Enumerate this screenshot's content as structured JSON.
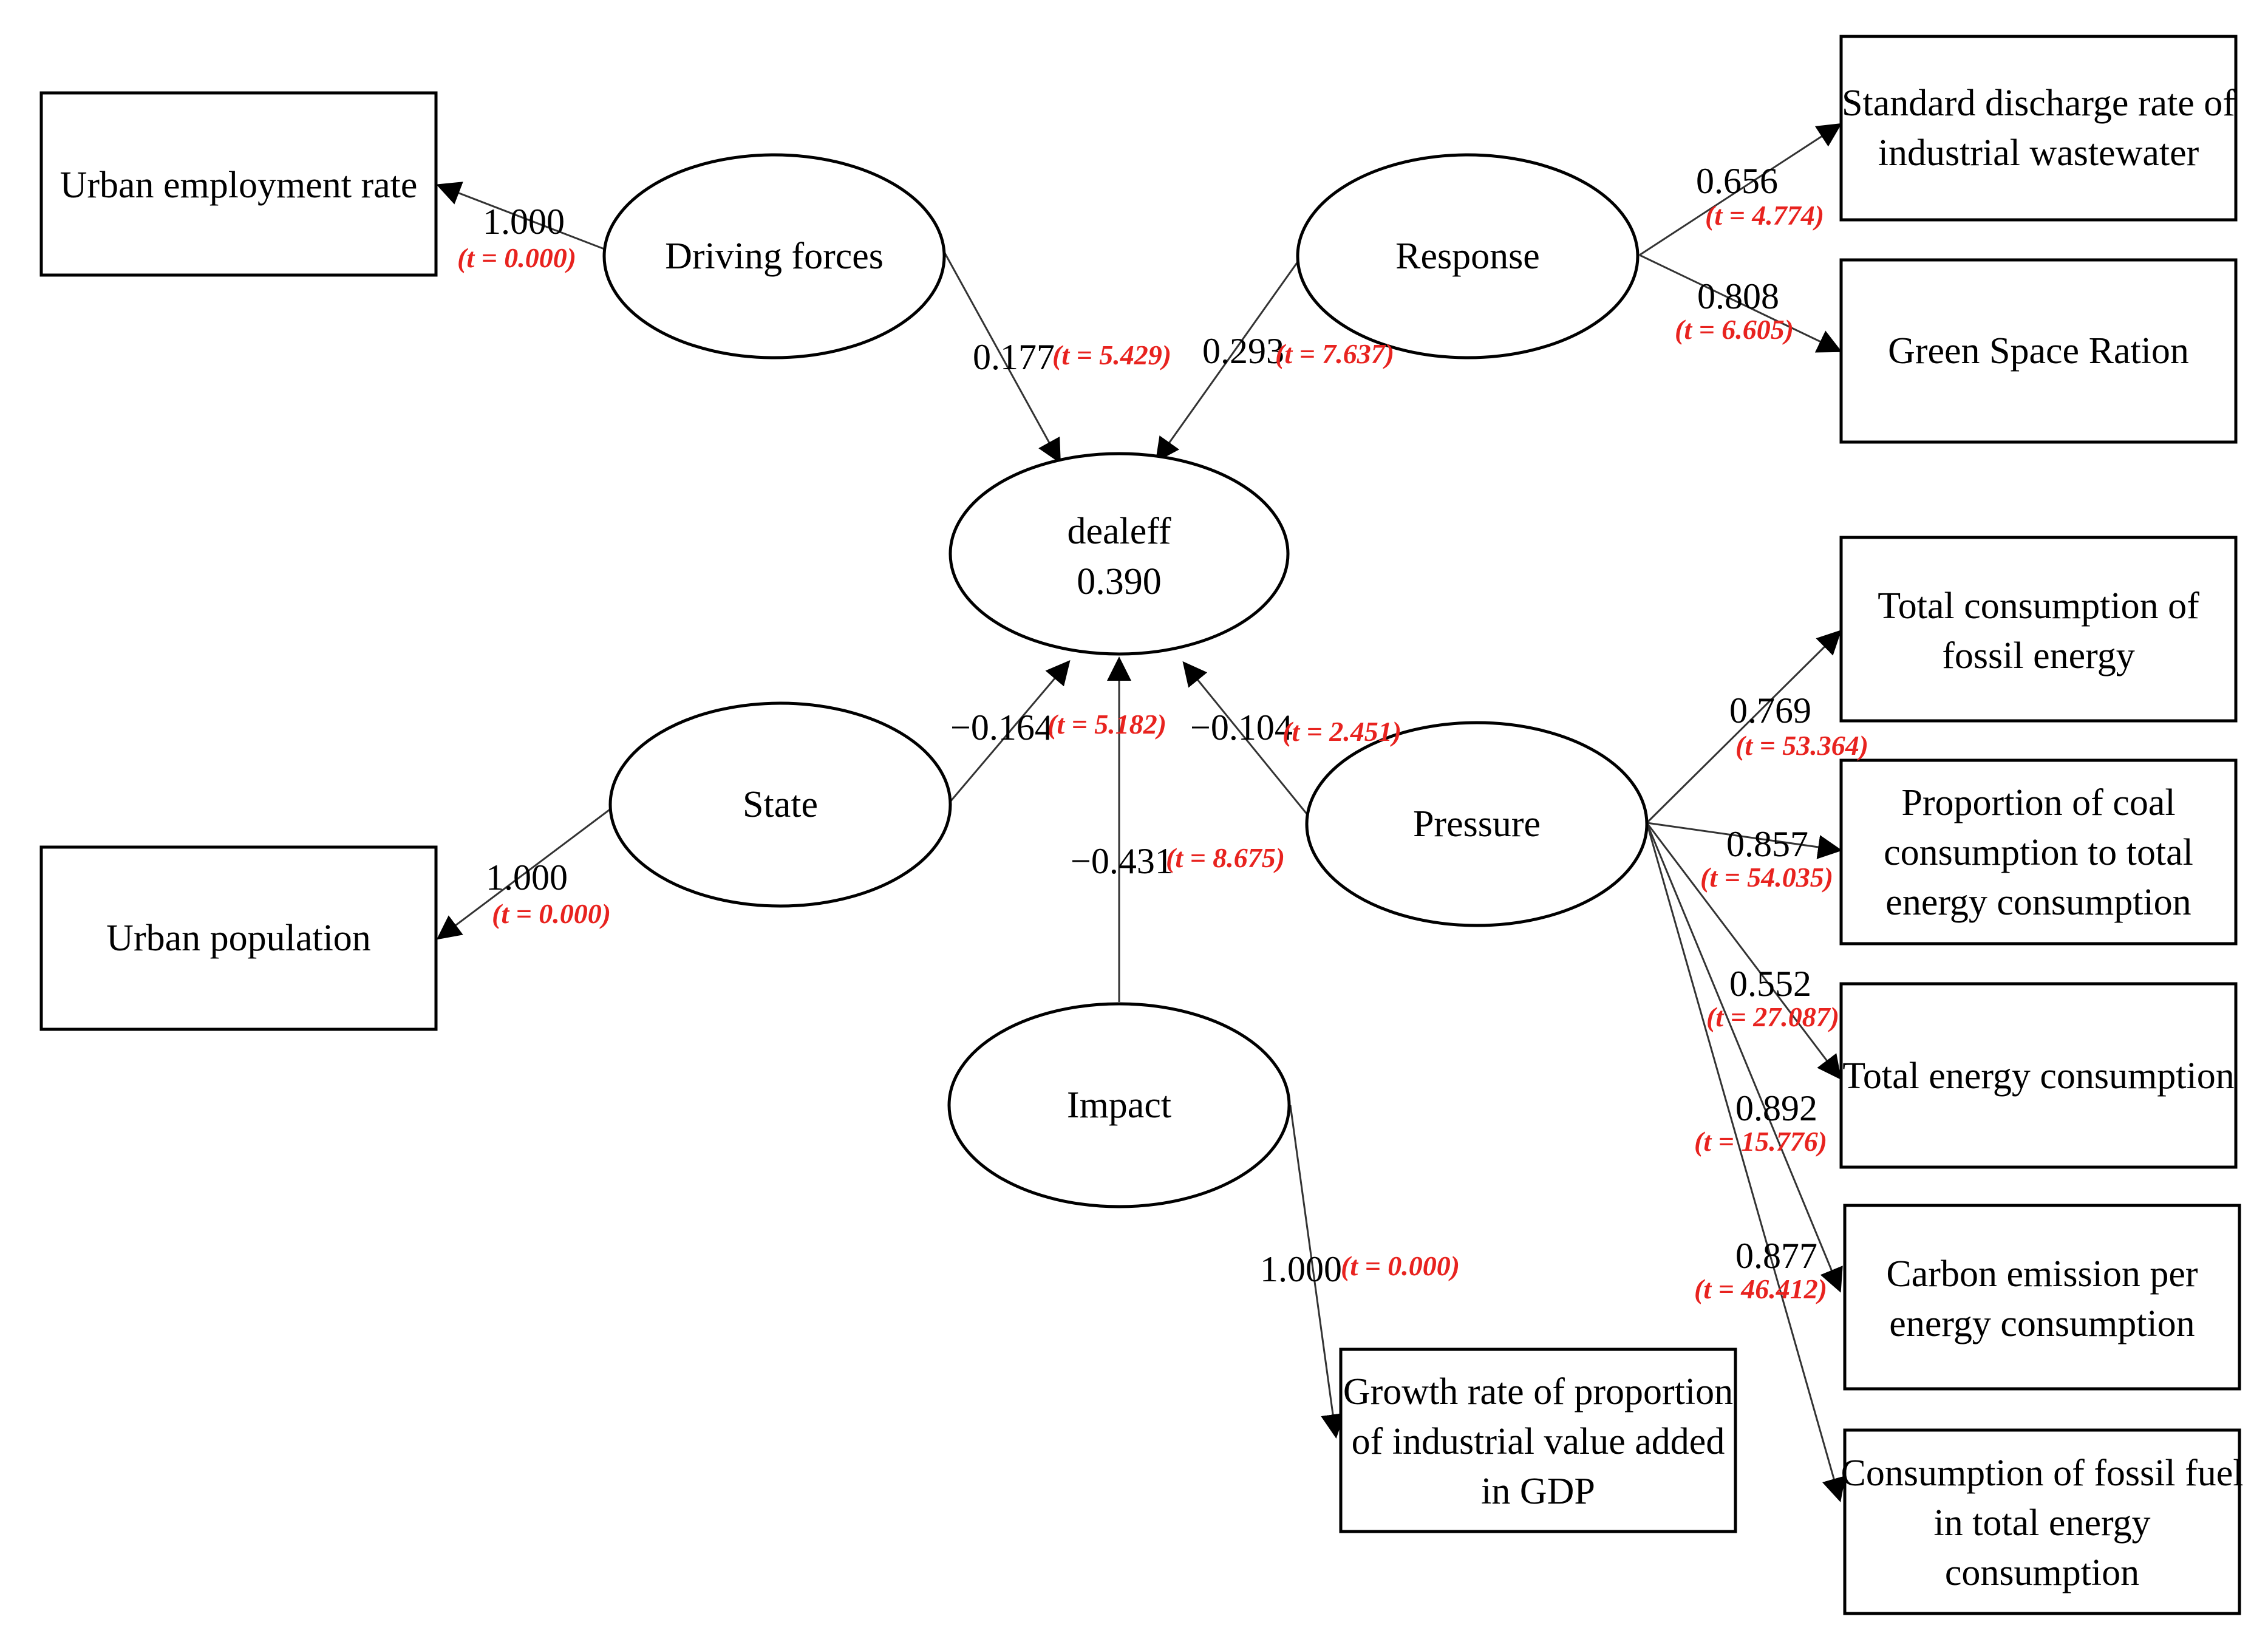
{
  "latent": {
    "driving": "Driving forces",
    "response": "Response",
    "dealeff": "dealeff",
    "dealeff_r2": "0.390",
    "state": "State",
    "pressure": "Pressure",
    "impact": "Impact"
  },
  "indicators": {
    "urban_employment": [
      "Urban employment rate"
    ],
    "urban_population": [
      "Urban population"
    ],
    "wastewater": [
      "Standard discharge rate of",
      "industrial wastewater"
    ],
    "green_space": [
      "Green Space Ration"
    ],
    "fossil_total": [
      "Total consumption of",
      "fossil energy"
    ],
    "coal_share": [
      "Proportion of coal",
      "consumption to total",
      "energy consumption"
    ],
    "energy_total": [
      "Total energy consumption"
    ],
    "carbon_emission": [
      "Carbon emission per",
      "energy consumption"
    ],
    "fossil_fuel_share": [
      "Consumption of fossil fuel",
      "in total energy",
      "consumption"
    ],
    "gdp_growth": [
      "Growth rate of proportion",
      "of industrial value added",
      "in GDP"
    ]
  },
  "paths": {
    "driving_employment": {
      "coef": "1.000",
      "t": "(t = 0.000)"
    },
    "driving_dealeff": {
      "coef": "0.177",
      "t": "(t = 5.429)"
    },
    "response_dealeff": {
      "coef": "0.293",
      "t": "(t = 7.637)"
    },
    "response_wastewater": {
      "coef": "0.656",
      "t": "(t = 4.774)"
    },
    "response_green": {
      "coef": "0.808",
      "t": "(t = 6.605)"
    },
    "state_dealeff": {
      "coef": "−0.164",
      "t": "(t = 5.182)"
    },
    "pressure_dealeff": {
      "coef": "−0.104",
      "t": "(t = 2.451)"
    },
    "impact_dealeff": {
      "coef": "−0.431",
      "t": "(t = 8.675)"
    },
    "state_population": {
      "coef": "1.000",
      "t": "(t = 0.000)"
    },
    "impact_gdp": {
      "coef": "1.000",
      "t": "(t = 0.000)"
    },
    "pressure_fossil_total": {
      "coef": "0.769",
      "t": "(t = 53.364)"
    },
    "pressure_coal": {
      "coef": "0.857",
      "t": "(t = 54.035)"
    },
    "pressure_energy_total": {
      "coef": "0.552",
      "t": "(t = 27.087)"
    },
    "pressure_carbon": {
      "coef": "0.892",
      "t": "(t = 15.776)"
    },
    "pressure_fossil_fuel": {
      "coef": "0.877",
      "t": "(t = 46.412)"
    }
  },
  "colors": {
    "t_value": "#e8231f",
    "stroke": "#000000"
  }
}
